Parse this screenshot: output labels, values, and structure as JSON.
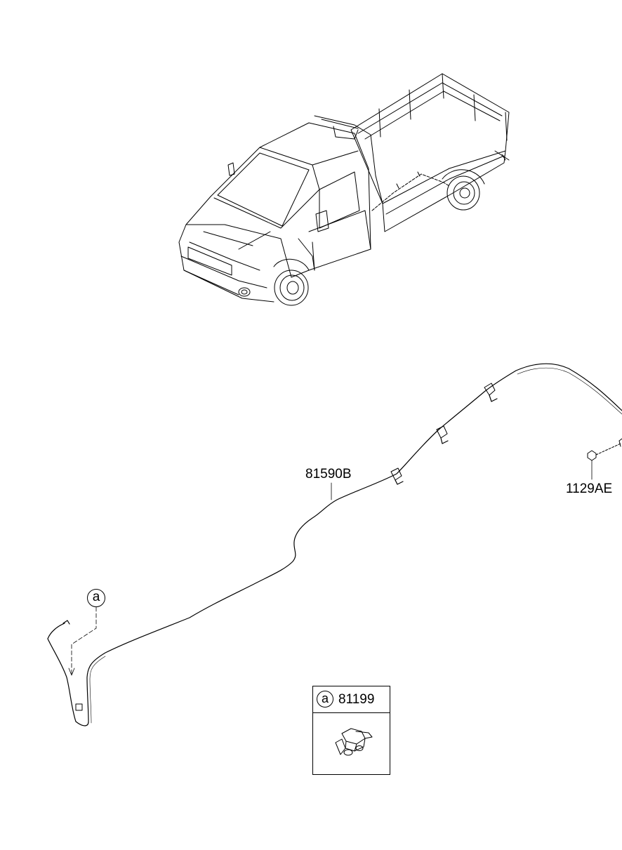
{
  "parts": {
    "cable": "81590B",
    "bolt": "1129AE",
    "clip_ref": "a",
    "clip_part": "81199"
  },
  "legend": {
    "ref": "a",
    "part": "81199"
  }
}
